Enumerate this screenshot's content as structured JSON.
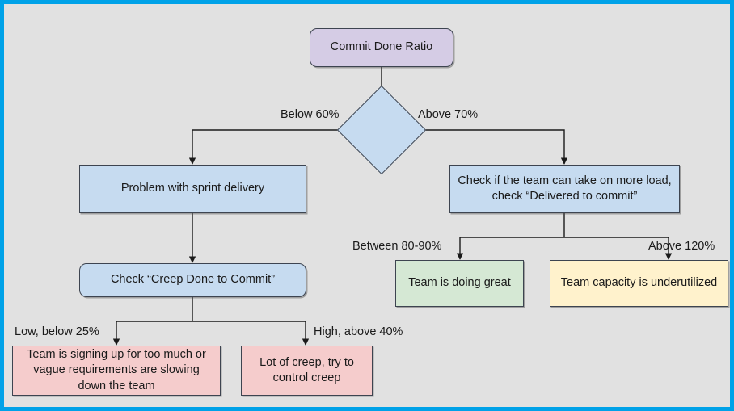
{
  "diagram": {
    "title": "Commit Done Ratio decision flowchart",
    "background_color": "#e1e1e1",
    "frame_border_color": "#00a2e8",
    "palette": {
      "purple_fill": "#d5cce5",
      "blue_fill": "#c6dbf0",
      "green_fill": "#d5e8d4",
      "yellow_fill": "#fff2cc",
      "pink_fill": "#f5cccc",
      "stroke": "#3d4450"
    },
    "nodes": {
      "root": {
        "label": "Commit Done Ratio",
        "shape": "rounded-rectangle",
        "fill": "#d5cce5"
      },
      "decision": {
        "label": "",
        "shape": "diamond",
        "fill": "#c6dbf0"
      },
      "problem_sprint": {
        "label": "Problem with sprint delivery",
        "shape": "rectangle",
        "fill": "#c6dbf0"
      },
      "check_more_load": {
        "label": "Check if the team can take on more load, check “Delivered to commit”",
        "shape": "rectangle",
        "fill": "#c6dbf0"
      },
      "check_creep": {
        "label": "Check “Creep Done to Commit”",
        "shape": "rounded-rectangle",
        "fill": "#c6dbf0"
      },
      "doing_great": {
        "label": "Team is doing great",
        "shape": "rectangle",
        "fill": "#d5e8d4"
      },
      "underutilized": {
        "label": "Team capacity is underutilized",
        "shape": "rectangle",
        "fill": "#fff2cc"
      },
      "signing_up_too_much": {
        "label": "Team is signing up for too much or vague requirements are slowing down the team",
        "shape": "rectangle",
        "fill": "#f5cccc"
      },
      "lot_of_creep": {
        "label": "Lot of creep, try to control creep",
        "shape": "rectangle",
        "fill": "#f5cccc"
      }
    },
    "edge_labels": {
      "below_60": "Below 60%",
      "above_70": "Above 70%",
      "between_80_90": "Between 80-90%",
      "above_120": "Above 120%",
      "low_below_25": "Low, below 25%",
      "high_above_40": "High, above 40%"
    }
  }
}
